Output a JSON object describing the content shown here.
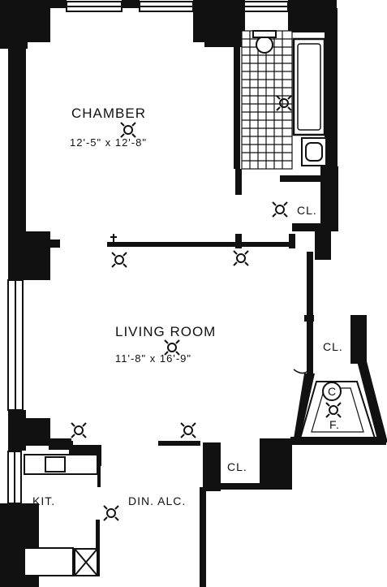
{
  "rooms": {
    "chamber": {
      "name": "CHAMBER",
      "dims": "12'-5\" x 12'-8\""
    },
    "living": {
      "name": "LIVING ROOM",
      "dims": "11'-8\" x 16'-9\""
    },
    "kitchen": {
      "name": "KIT."
    },
    "dining": {
      "name": "DIN. ALC."
    },
    "closet_chamber": {
      "name": "CL."
    },
    "closet_right": {
      "name": "CL."
    },
    "closet_bottom": {
      "name": "CL."
    },
    "fireplace": {
      "name": "F.",
      "symbol": "C"
    }
  }
}
